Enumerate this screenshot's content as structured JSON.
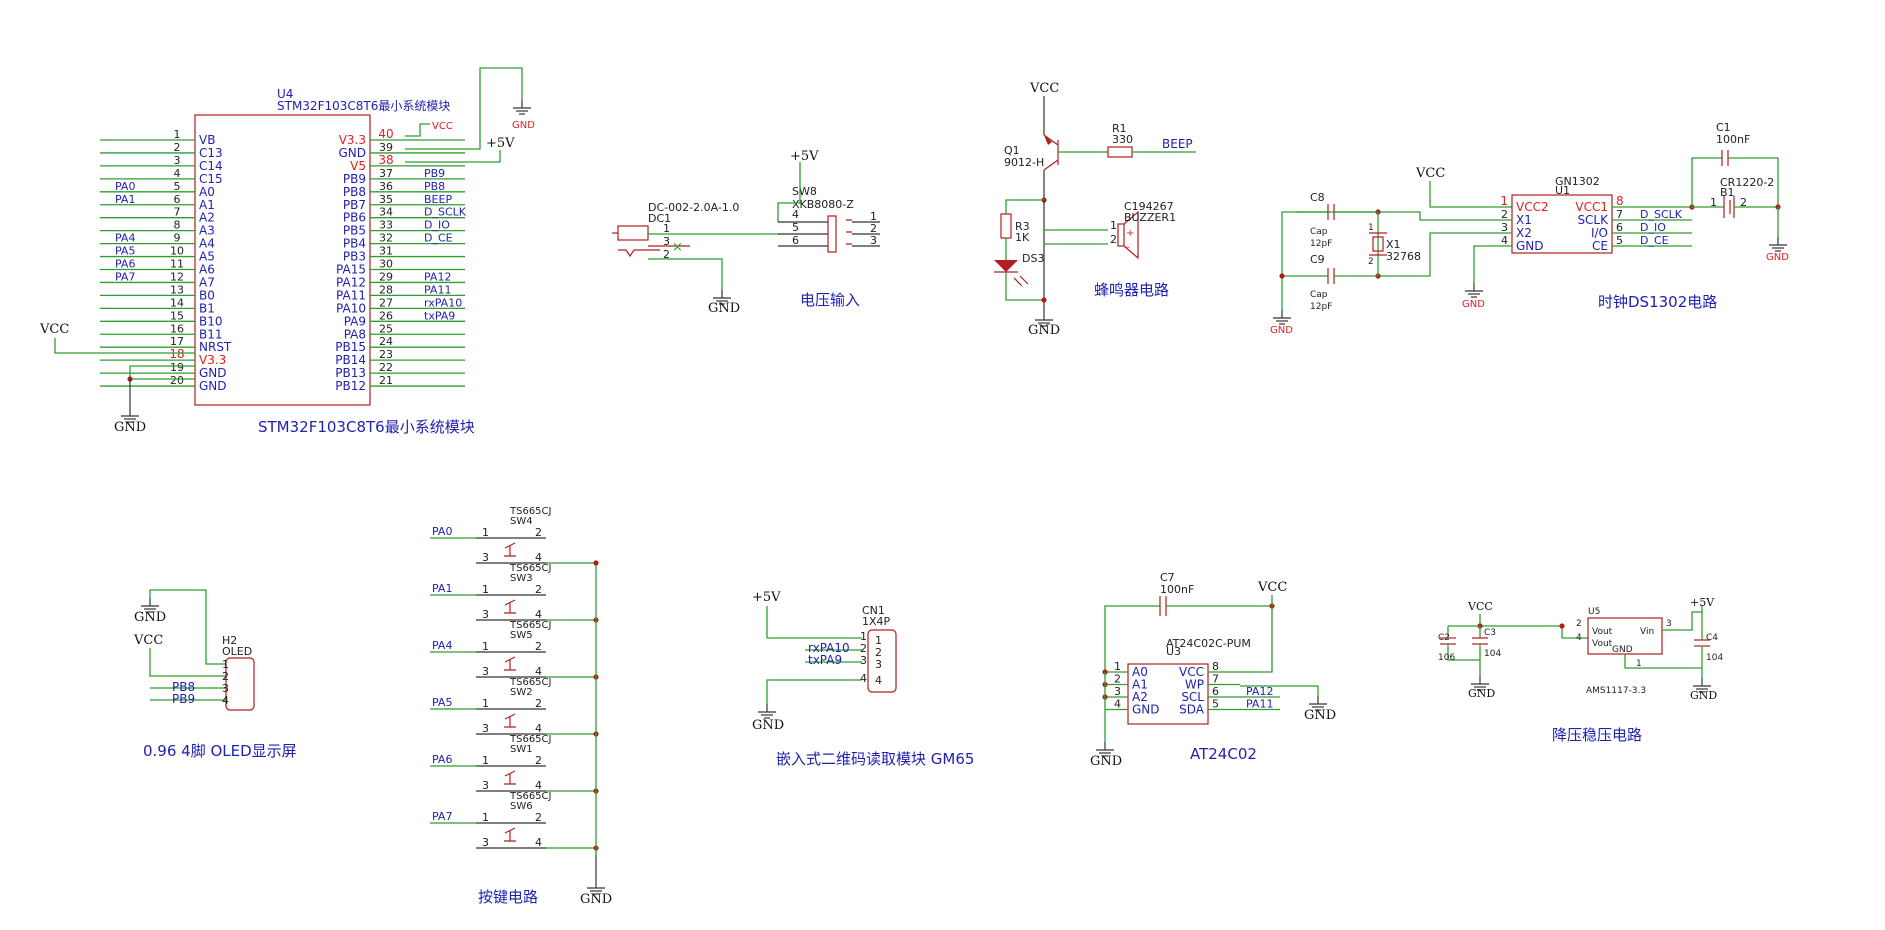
{
  "power": {
    "vcc": "VCC",
    "gnd": "GND",
    "p5v": "+5V"
  },
  "mcu": {
    "ref": "U4",
    "value": "STM32F103C8T6最小系统模块",
    "caption": "STM32F103C8T6最小系统模块",
    "left_pins": [
      {
        "num": "1",
        "name": "VB",
        "net": ""
      },
      {
        "num": "2",
        "name": "C13",
        "net": ""
      },
      {
        "num": "3",
        "name": "C14",
        "net": ""
      },
      {
        "num": "4",
        "name": "C15",
        "net": ""
      },
      {
        "num": "5",
        "name": "A0",
        "net": "PA0"
      },
      {
        "num": "6",
        "name": "A1",
        "net": "PA1"
      },
      {
        "num": "7",
        "name": "A2",
        "net": ""
      },
      {
        "num": "8",
        "name": "A3",
        "net": ""
      },
      {
        "num": "9",
        "name": "A4",
        "net": "PA4"
      },
      {
        "num": "10",
        "name": "A5",
        "net": "PA5"
      },
      {
        "num": "11",
        "name": "A6",
        "net": "PA6"
      },
      {
        "num": "12",
        "name": "A7",
        "net": "PA7"
      },
      {
        "num": "13",
        "name": "B0",
        "net": ""
      },
      {
        "num": "14",
        "name": "B1",
        "net": ""
      },
      {
        "num": "15",
        "name": "B10",
        "net": ""
      },
      {
        "num": "16",
        "name": "B11",
        "net": ""
      },
      {
        "num": "17",
        "name": "NRST",
        "net": ""
      },
      {
        "num": "18",
        "name": "V3.3",
        "net": ""
      },
      {
        "num": "19",
        "name": "GND",
        "net": ""
      },
      {
        "num": "20",
        "name": "GND",
        "net": ""
      }
    ],
    "right_pins": [
      {
        "num": "40",
        "name": "V3.3",
        "net": ""
      },
      {
        "num": "39",
        "name": "GND",
        "net": ""
      },
      {
        "num": "38",
        "name": "V5",
        "net": ""
      },
      {
        "num": "37",
        "name": "PB9",
        "net": "PB9"
      },
      {
        "num": "36",
        "name": "PB8",
        "net": "PB8"
      },
      {
        "num": "35",
        "name": "PB7",
        "net": "BEEP"
      },
      {
        "num": "34",
        "name": "PB6",
        "net": "D_SCLK"
      },
      {
        "num": "33",
        "name": "PB5",
        "net": "D_IO"
      },
      {
        "num": "32",
        "name": "PB4",
        "net": "D_CE"
      },
      {
        "num": "31",
        "name": "PB3",
        "net": ""
      },
      {
        "num": "30",
        "name": "PA15",
        "net": ""
      },
      {
        "num": "29",
        "name": "PA12",
        "net": "PA12"
      },
      {
        "num": "28",
        "name": "PA11",
        "net": "PA11"
      },
      {
        "num": "27",
        "name": "PA10",
        "net": "rxPA10"
      },
      {
        "num": "26",
        "name": "PA9",
        "net": "txPA9"
      },
      {
        "num": "25",
        "name": "PA8",
        "net": ""
      },
      {
        "num": "24",
        "name": "PB15",
        "net": ""
      },
      {
        "num": "23",
        "name": "PB14",
        "net": ""
      },
      {
        "num": "22",
        "name": "PB13",
        "net": ""
      },
      {
        "num": "21",
        "name": "PB12",
        "net": ""
      }
    ]
  },
  "power_in": {
    "dc_value": "DC-002-2.0A-1.0",
    "dc_ref": "DC1",
    "dc_pins": [
      "1",
      "3",
      "2"
    ],
    "sw_ref": "SW8",
    "sw_value": "XKB8080-Z",
    "sw_left_pins": [
      "4",
      "5",
      "6"
    ],
    "sw_right_pins": [
      "1",
      "2",
      "3"
    ],
    "caption": "电压输入"
  },
  "buzzer": {
    "q_ref": "Q1",
    "q_value": "9012-H",
    "r1_ref": "R1",
    "r1_value": "330",
    "net": "BEEP",
    "r3_ref": "R3",
    "r3_value": "1K",
    "led_ref": "DS3",
    "bz_value": "C194267",
    "bz_ref": "BUZZER1",
    "bz_pins": [
      "1",
      "2"
    ],
    "bz_signs": [
      "+",
      "-"
    ],
    "caption": "蜂鸣器电路"
  },
  "rtc": {
    "ref": "U1",
    "value": "GN1302",
    "left_pins": [
      {
        "num": "1",
        "name": "VCC2"
      },
      {
        "num": "2",
        "name": "X1"
      },
      {
        "num": "3",
        "name": "X2"
      },
      {
        "num": "4",
        "name": "GND"
      }
    ],
    "right_pins": [
      {
        "num": "8",
        "name": "VCC1",
        "net": ""
      },
      {
        "num": "7",
        "name": "SCLK",
        "net": "D_SCLK"
      },
      {
        "num": "6",
        "name": "I/O",
        "net": "D_IO"
      },
      {
        "num": "5",
        "name": "CE",
        "net": "D_CE"
      }
    ],
    "c8_ref": "C8",
    "c8_type": "Cap",
    "c8_value": "12pF",
    "c9_ref": "C9",
    "c9_type": "Cap",
    "c9_value": "12pF",
    "x_ref": "X1",
    "x_value": "32768",
    "x_pins": [
      "1",
      "2"
    ],
    "c1_ref": "C1",
    "c1_value": "100nF",
    "b_value": "CR1220-2",
    "b_ref": "B1",
    "b_pins": [
      "1",
      "2"
    ],
    "caption": "时钟DS1302电路"
  },
  "oled": {
    "ref": "H2",
    "value": "OLED",
    "pins": [
      "1",
      "2",
      "3",
      "4"
    ],
    "nets": [
      "",
      "",
      "PB8",
      "PB9"
    ],
    "caption": "0.96 4脚 OLED显示屏"
  },
  "keys": {
    "value": "TS665CJ",
    "pin_nums": [
      "1",
      "2",
      "3",
      "4"
    ],
    "items": [
      {
        "net": "PA0",
        "ref": "SW4"
      },
      {
        "net": "PA1",
        "ref": "SW3"
      },
      {
        "net": "PA4",
        "ref": "SW5"
      },
      {
        "net": "PA5",
        "ref": "SW2"
      },
      {
        "net": "PA6",
        "ref": "SW1"
      },
      {
        "net": "PA7",
        "ref": "SW6"
      }
    ],
    "caption": "按键电路"
  },
  "qr": {
    "ref": "CN1",
    "value": "1X4P",
    "pins": [
      "1",
      "2",
      "3",
      "4"
    ],
    "nets": [
      "",
      "rxPA10",
      "txPA9",
      ""
    ],
    "caption": "嵌入式二维码读取模块 GM65"
  },
  "eeprom": {
    "c_ref": "C7",
    "c_value": "100nF",
    "ref": "U3",
    "value": "AT24C02C-PUM",
    "left_pins": [
      {
        "num": "1",
        "name": "A0"
      },
      {
        "num": "2",
        "name": "A1"
      },
      {
        "num": "3",
        "name": "A2"
      },
      {
        "num": "4",
        "name": "GND"
      }
    ],
    "right_pins": [
      {
        "num": "8",
        "name": "VCC",
        "net": ""
      },
      {
        "num": "7",
        "name": "WP",
        "net": ""
      },
      {
        "num": "6",
        "name": "SCL",
        "net": "PA12"
      },
      {
        "num": "5",
        "name": "SDA",
        "net": "PA11"
      }
    ],
    "caption": "AT24C02"
  },
  "ldo": {
    "c2_ref": "C2",
    "c2_value": "106",
    "c3_ref": "C3",
    "c3_value": "104",
    "ref": "U5",
    "value": "AMS1117-3.3",
    "pin_vout": "Vout",
    "pin_vout2": "Vout",
    "pin_vin": "Vin",
    "pin_gnd": "GND",
    "pin_nums": [
      "2",
      "4",
      "3",
      "1"
    ],
    "c4_ref": "C4",
    "c4_value": "104",
    "caption": "降压稳压电路"
  }
}
